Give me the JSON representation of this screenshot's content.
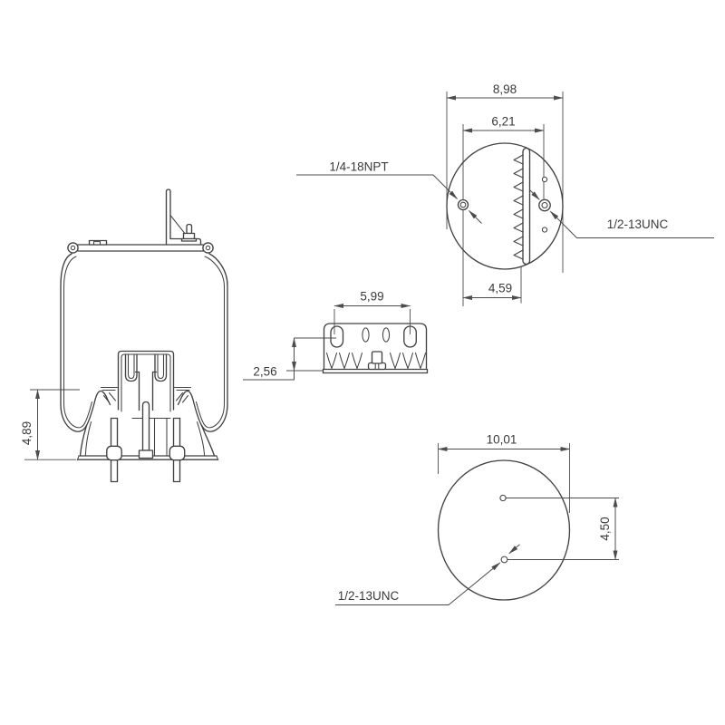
{
  "views": {
    "side": {
      "dim_height": "4,89"
    },
    "top": {
      "dim_overall_width": "8,98",
      "dim_port_to_stud": "6,21",
      "dim_port_to_bracket": "4,59",
      "label_air_port": "1/4-18NPT",
      "label_mounting_stud": "1/2-13UNC"
    },
    "bracket": {
      "dim_slot_spacing": "5,99",
      "dim_slot_to_bottom": "2,56"
    },
    "bottom": {
      "dim_piston_diameter": "10,01",
      "dim_hole_offset": "4,50",
      "label_mounting_stud": "1/2-13UNC"
    }
  },
  "colors": {
    "line": "#424242",
    "dimension": "#4c4c4c",
    "text": "#3a3a3a",
    "background": "#ffffff"
  }
}
